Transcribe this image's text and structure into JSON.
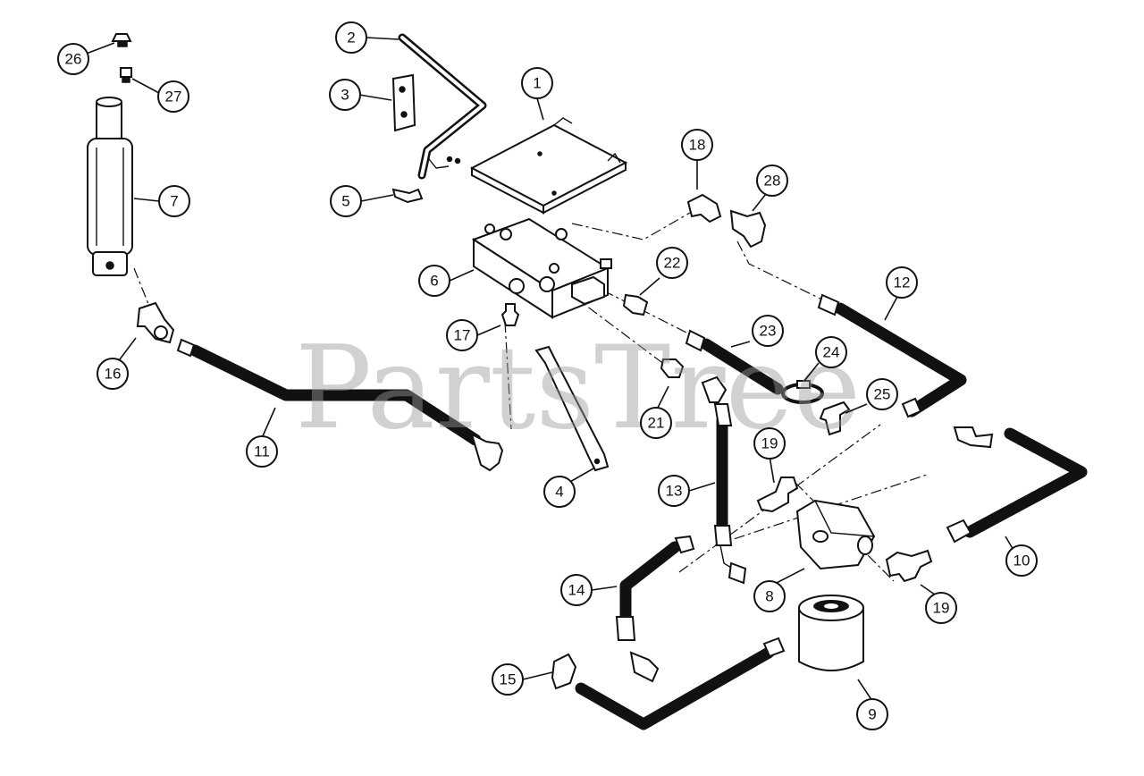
{
  "watermark": "PartsTree",
  "callouts": [
    {
      "id": "c1",
      "label": "1"
    },
    {
      "id": "c2",
      "label": "2"
    },
    {
      "id": "c3",
      "label": "3"
    },
    {
      "id": "c4",
      "label": "4"
    },
    {
      "id": "c5",
      "label": "5"
    },
    {
      "id": "c6",
      "label": "6"
    },
    {
      "id": "c7",
      "label": "7"
    },
    {
      "id": "c8",
      "label": "8"
    },
    {
      "id": "c9",
      "label": "9"
    },
    {
      "id": "c10",
      "label": "10"
    },
    {
      "id": "c11",
      "label": "11"
    },
    {
      "id": "c12",
      "label": "12"
    },
    {
      "id": "c13",
      "label": "13"
    },
    {
      "id": "c14",
      "label": "14"
    },
    {
      "id": "c15",
      "label": "15"
    },
    {
      "id": "c16",
      "label": "16"
    },
    {
      "id": "c17",
      "label": "17"
    },
    {
      "id": "c18",
      "label": "18"
    },
    {
      "id": "c19a",
      "label": "19"
    },
    {
      "id": "c19b",
      "label": "19"
    },
    {
      "id": "c21",
      "label": "21"
    },
    {
      "id": "c22",
      "label": "22"
    },
    {
      "id": "c23",
      "label": "23"
    },
    {
      "id": "c24",
      "label": "24"
    },
    {
      "id": "c25",
      "label": "25"
    },
    {
      "id": "c26",
      "label": "26"
    },
    {
      "id": "c27",
      "label": "27"
    },
    {
      "id": "c28",
      "label": "28"
    }
  ]
}
